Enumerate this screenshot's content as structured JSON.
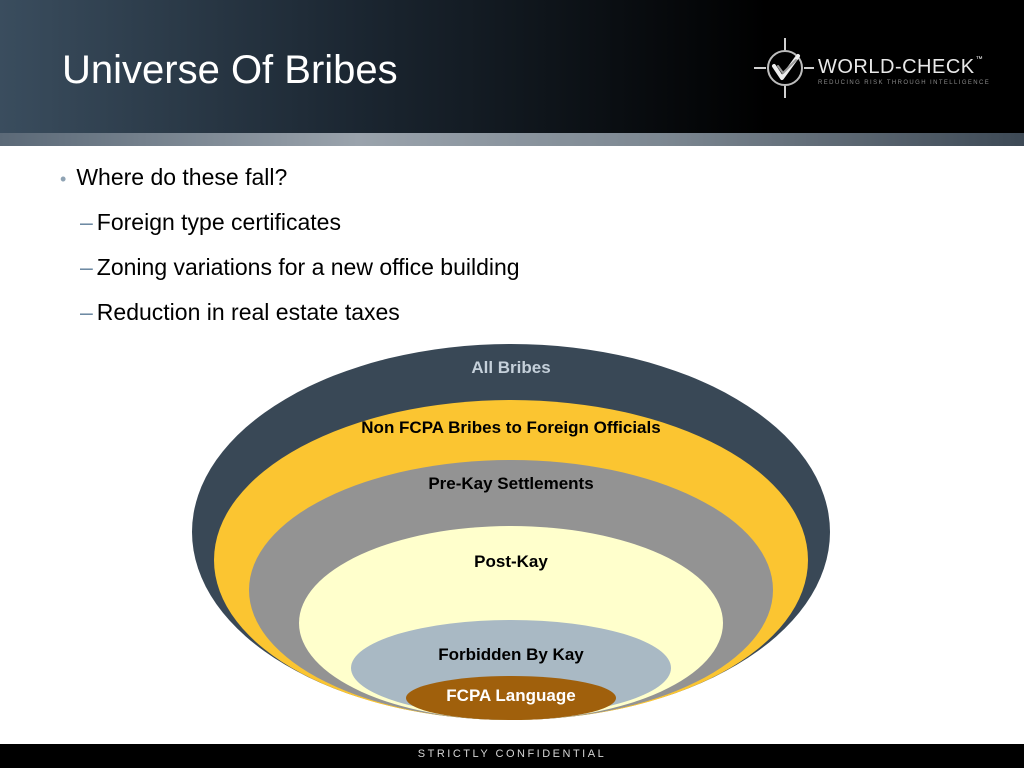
{
  "slide": {
    "title": "Universe Of Bribes"
  },
  "logo": {
    "name": "WORLD-CHECK",
    "trademark": "™",
    "tagline": "REDUCING RISK THROUGH INTELLIGENCE",
    "icon": "checkmark-compass-icon"
  },
  "bullets": {
    "main": "Where do these fall?",
    "main_marker": "•",
    "sub_marker": "–",
    "sub": [
      "Foreign type certificates",
      "Zoning variations for a new office building",
      "Reduction in real estate taxes"
    ]
  },
  "diagram": {
    "layers": [
      {
        "label": "All Bribes",
        "fill": "#394856",
        "text_color": "#c5d0da"
      },
      {
        "label": "Non FCPA Bribes to Foreign Officials",
        "fill": "#fbc531",
        "text_color": "#000000"
      },
      {
        "label": "Pre-Kay Settlements",
        "fill": "#939393",
        "text_color": "#000000"
      },
      {
        "label": "Post-Kay",
        "fill": "#ffffcc",
        "text_color": "#000000"
      },
      {
        "label": "Forbidden By Kay",
        "fill": "#a9b9c4",
        "text_color": "#000000"
      },
      {
        "label": "FCPA Language",
        "fill": "#a0600c",
        "text_color": "#ffffff"
      }
    ]
  },
  "footer": {
    "text": "STRICTLY CONFIDENTIAL"
  },
  "colors": {
    "header_dark": "#000000",
    "header_light": "#3a4d5e",
    "accent": "#8fa3b4"
  }
}
